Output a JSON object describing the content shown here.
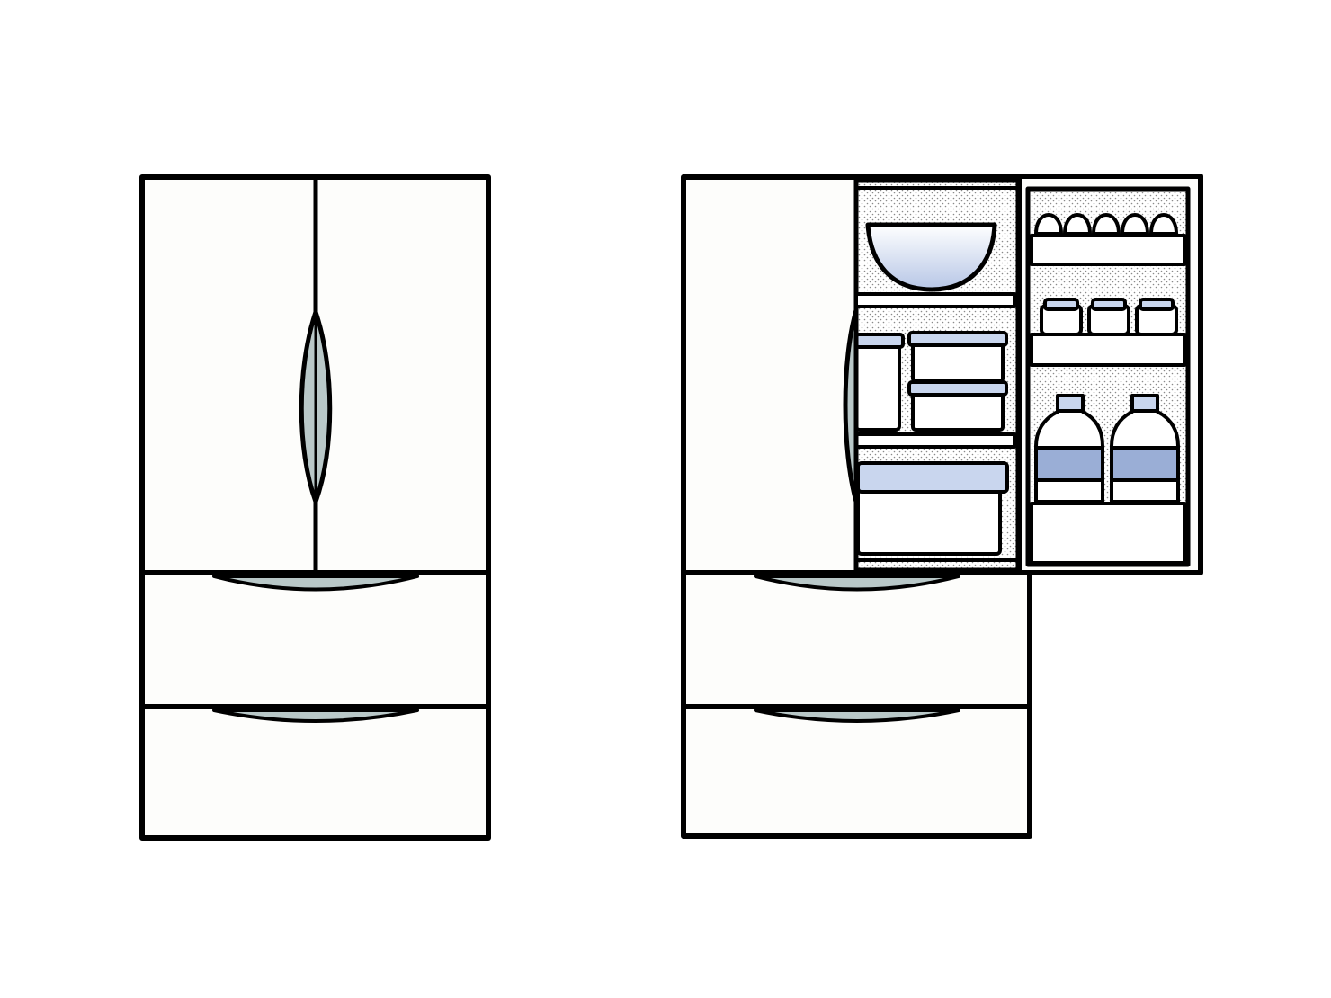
{
  "palette": {
    "stroke": "#000000",
    "body_fill": "#fdfdfb",
    "handle_fill": "#b9c8c8",
    "interior_dots": "#7a7a7a",
    "food_blue_light": "#c9d6ee",
    "food_blue": "#9aaed6"
  },
  "illustrations": [
    {
      "name": "closed-refrigerator",
      "door_state": "closed"
    },
    {
      "name": "open-refrigerator",
      "door_state": "right-door-open"
    }
  ],
  "icons": [
    "refrigerator-closed-icon",
    "refrigerator-open-icon",
    "bowl-icon",
    "food-container-icon",
    "egg-icon",
    "jar-icon",
    "bottle-icon"
  ]
}
